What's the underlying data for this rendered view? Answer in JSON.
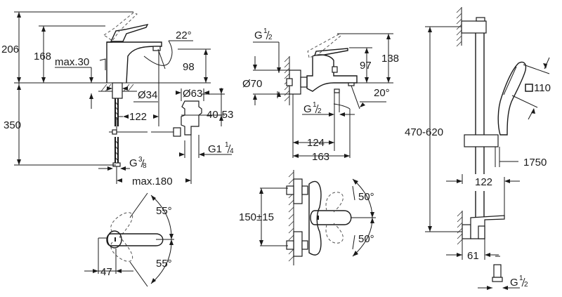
{
  "drawing": {
    "basin_mixer": {
      "side_view": {
        "total_height": "206",
        "lever_height": "168",
        "max_deck_thickness": "max.30",
        "lever_angle": "22°",
        "spout_height": "98",
        "hole_diameter": "Ø34",
        "waste_diameter": "Ø63",
        "below_deck": "350",
        "spout_reach": "122",
        "waste_adjust": "40-53",
        "supply_thread": "G",
        "supply_thread_num": "3",
        "supply_thread_den": "8",
        "waste_thread": "G1",
        "waste_thread_num": "1",
        "waste_thread_den": "4",
        "max_rod": "max.180"
      },
      "top_view": {
        "rotation_up": "55°",
        "rotation_down": "55°",
        "lever_offset": "47"
      }
    },
    "bath_mixer": {
      "side_view": {
        "inlet_thread": "G",
        "inlet_thread_num": "1",
        "inlet_thread_den": "2",
        "escutcheon_diameter": "Ø70",
        "total_height": "138",
        "lever_height": "97",
        "spout_angle": "20°",
        "outlet_thread": "G",
        "outlet_thread_num": "1",
        "outlet_thread_den": "2",
        "outlet_distance": "124",
        "projection": "163"
      },
      "top_view": {
        "centres": "150±15",
        "rotation_up": "50°",
        "rotation_down": "50°"
      }
    },
    "shower_rail": {
      "height_range": "470-620",
      "head_size": "110",
      "hose_length": "1750",
      "bracket_depth": "122",
      "wall_offset": "61",
      "hose_thread": "G",
      "hose_thread_num": "1",
      "hose_thread_den": "2"
    }
  }
}
